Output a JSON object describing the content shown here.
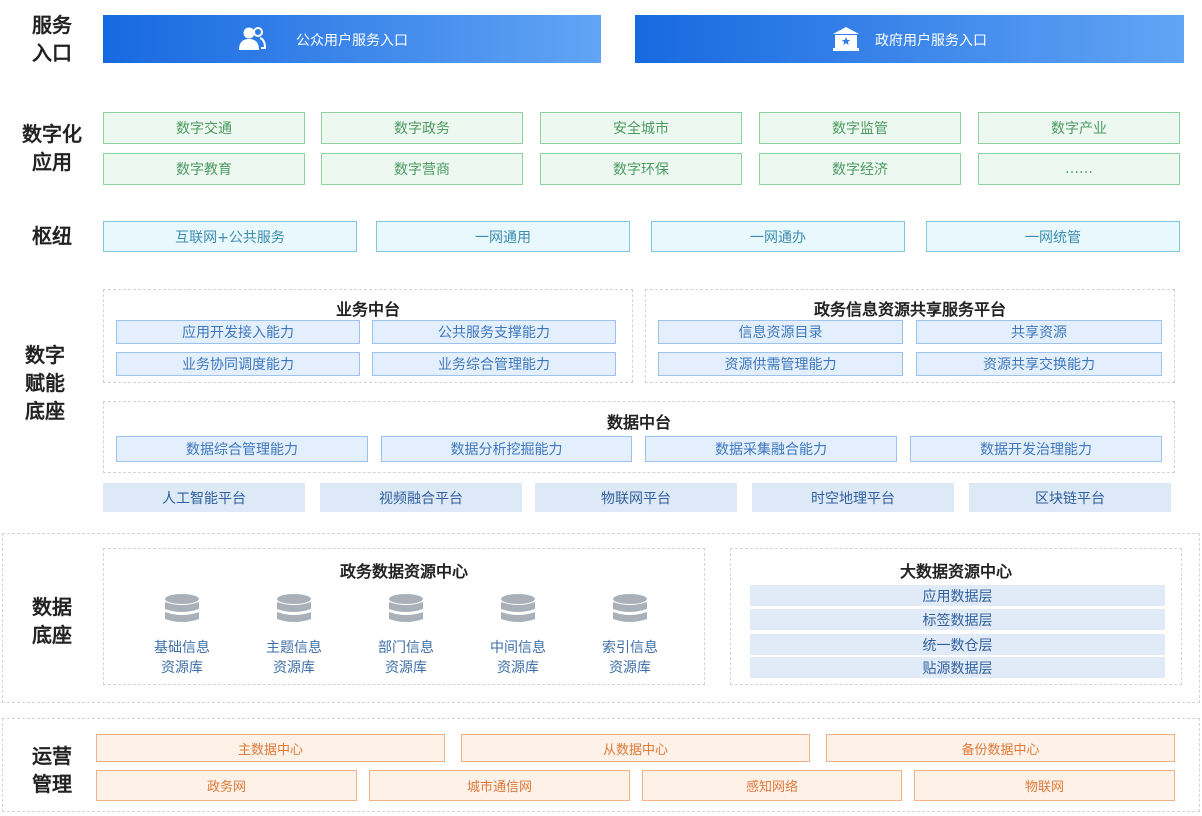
{
  "rows": {
    "service_entry": "服务\n入口",
    "digital_apps": "数字化\n应用",
    "hub": "枢纽",
    "enablement": "数字\n赋能\n底座",
    "data_base": "数据\n底座",
    "operations": "运营\n管理"
  },
  "entries": {
    "public": "公众用户服务入口",
    "gov": "政府用户服务入口",
    "public_icon": "users-icon",
    "gov_icon": "government-building-icon"
  },
  "apps": [
    "数字交通",
    "数字政务",
    "安全城市",
    "数字监管",
    "数字产业",
    "数字教育",
    "数字营商",
    "数字环保",
    "数字经济",
    "……"
  ],
  "hub": [
    "互联网+公共服务",
    "一网通用",
    "一网通办",
    "一网统管"
  ],
  "business_platform": {
    "title": "业务中台",
    "items": [
      "应用开发接入能力",
      "公共服务支撑能力",
      "业务协同调度能力",
      "业务综合管理能力"
    ]
  },
  "sharing_platform": {
    "title": "政务信息资源共享服务平台",
    "items": [
      "信息资源目录",
      "共享资源",
      "资源供需管理能力",
      "资源共享交换能力"
    ]
  },
  "data_platform": {
    "title": "数据中台",
    "items": [
      "数据综合管理能力",
      "数据分析挖掘能力",
      "数据采集融合能力",
      "数据开发治理能力"
    ]
  },
  "tech_platforms": [
    "人工智能平台",
    "视频融合平台",
    "物联网平台",
    "时空地理平台",
    "区块链平台"
  ],
  "gov_data_center": {
    "title": "政务数据资源中心",
    "repos": [
      "基础信息\n资源库",
      "主题信息\n资源库",
      "部门信息\n资源库",
      "中间信息\n资源库",
      "索引信息\n资源库"
    ]
  },
  "big_data_center": {
    "title": "大数据资源中心",
    "layers": [
      "应用数据层",
      "标签数据层",
      "统一数仓层",
      "贴源数据层"
    ]
  },
  "ops_top": [
    "主数据中心",
    "从数据中心",
    "备份数据中心"
  ],
  "ops_bottom": [
    "政务网",
    "城市通信网",
    "感知网络",
    "物联网"
  ]
}
